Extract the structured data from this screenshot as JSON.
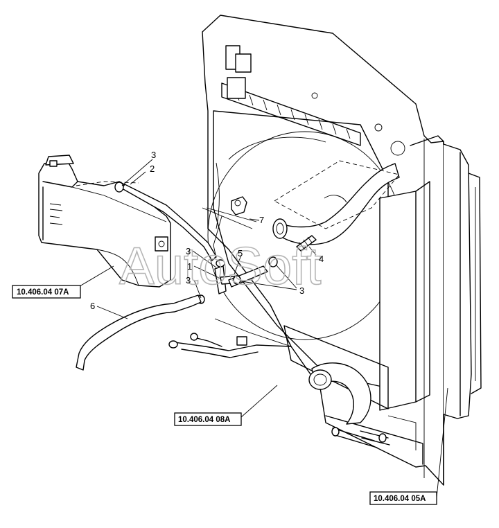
{
  "watermark": "AutoSoft",
  "callouts": {
    "c3a": "3",
    "c2": "2",
    "c7": "7",
    "c4": "4",
    "c5": "5",
    "c3b": "3",
    "c1": "1",
    "c3c": "3",
    "c3d": "3",
    "c6": "6"
  },
  "references": {
    "r07a": "10.406.04 07A",
    "r08a": "10.406.04 08A",
    "r05a": "10.406.04 05A"
  }
}
